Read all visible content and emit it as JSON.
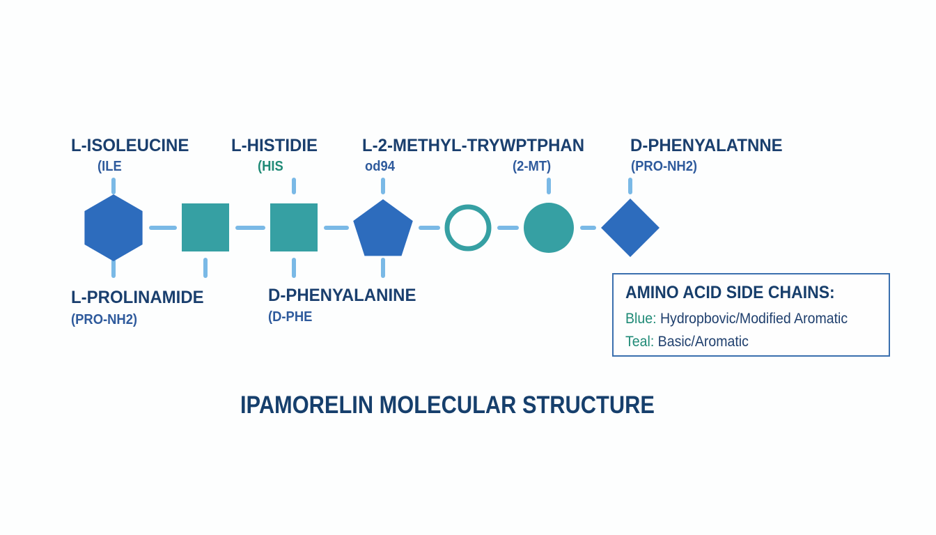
{
  "colors": {
    "blue": "#2d6cbd",
    "teal": "#36a0a3",
    "connector": "#7ab9e6",
    "label_dark": "#1a3f6e",
    "abbr_blue": "#2e5a9c",
    "abbr_teal": "#1f8a76",
    "legend_border": "#3a6fae"
  },
  "diagram": {
    "title": "IPAMORELIN MOLECULAR STRUCTURE",
    "nodes": [
      {
        "id": "n1",
        "shape": "hexagon",
        "color": "blue",
        "connector_top": true,
        "connector_bottom": true
      },
      {
        "id": "n2",
        "shape": "square",
        "color": "teal",
        "connector_top": false,
        "connector_bottom": true
      },
      {
        "id": "n3",
        "shape": "square",
        "color": "teal",
        "connector_top": true,
        "connector_bottom": true
      },
      {
        "id": "n4",
        "shape": "pentagon",
        "color": "blue",
        "connector_top": true,
        "connector_bottom": true
      },
      {
        "id": "n5",
        "shape": "ring",
        "color": "teal",
        "connector_top": false,
        "connector_bottom": false
      },
      {
        "id": "n6",
        "shape": "circle",
        "color": "teal",
        "connector_top": true,
        "connector_bottom": false
      },
      {
        "id": "n7",
        "shape": "diamond",
        "color": "blue",
        "connector_top": true,
        "connector_bottom": false
      }
    ],
    "top_labels": [
      {
        "name": "L-ISOLEUCINE",
        "abbr": "(ILE",
        "abbr_color": "blue"
      },
      {
        "name": "L-HISTIDIE",
        "abbr": "(HIS",
        "abbr_color": "teal"
      },
      {
        "name": "L-2-METHYL-TRYWPTPHAN",
        "abbr": "od94",
        "abbr_color": "blue"
      },
      {
        "name": "",
        "abbr": "(2-MT)",
        "abbr_color": "blue"
      },
      {
        "name": "D-PHENYALATNNE",
        "abbr": "(PRO-NH2)",
        "abbr_color": "blue"
      }
    ],
    "bottom_labels": [
      {
        "name": "L-PROLINAMIDE",
        "abbr": "(PRO-NH2)",
        "abbr_color": "blue"
      },
      {
        "name": "D-PHENYALANINE",
        "abbr": "(D-PHE",
        "abbr_color": "blue"
      }
    ]
  },
  "legend": {
    "title": "AMINO ACID SIDE CHAINS:",
    "rows": [
      {
        "key": "Blue:",
        "text": " Hydropbovic/Modified Aromatic"
      },
      {
        "key": "Teal:",
        "text": " Basic/Aromatic"
      }
    ]
  }
}
